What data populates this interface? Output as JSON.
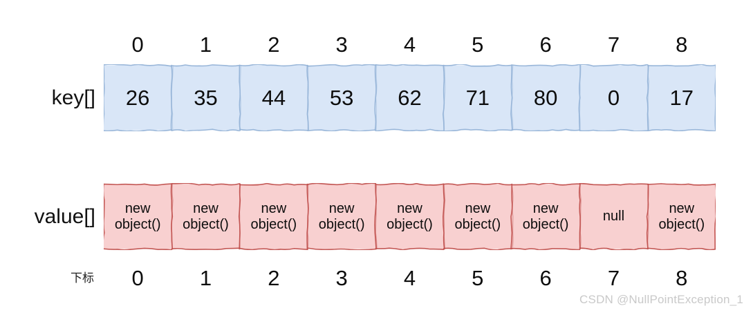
{
  "diagram": {
    "type": "array-pair-illustration",
    "columns": 9,
    "index_row_top": [
      "0",
      "1",
      "2",
      "3",
      "4",
      "5",
      "6",
      "7",
      "8"
    ],
    "index_row_bottom": [
      "0",
      "1",
      "2",
      "3",
      "4",
      "5",
      "6",
      "7",
      "8"
    ],
    "bottom_index_label": "下标",
    "key_array": {
      "label": "key[]",
      "fill_color": "#d9e6f7",
      "border_color": "#95b3d7",
      "values": [
        "26",
        "35",
        "44",
        "53",
        "62",
        "71",
        "80",
        "0",
        "17"
      ]
    },
    "value_array": {
      "label": "value[]",
      "fill_color": "#f8d0d0",
      "border_color": "#c0504d",
      "values": [
        "new\nobject()",
        "new\nobject()",
        "new\nobject()",
        "new\nobject()",
        "new\nobject()",
        "new\nobject()",
        "new\nobject()",
        "null",
        "new\nobject()"
      ]
    },
    "watermark": "CSDN @NullPointException_1"
  }
}
